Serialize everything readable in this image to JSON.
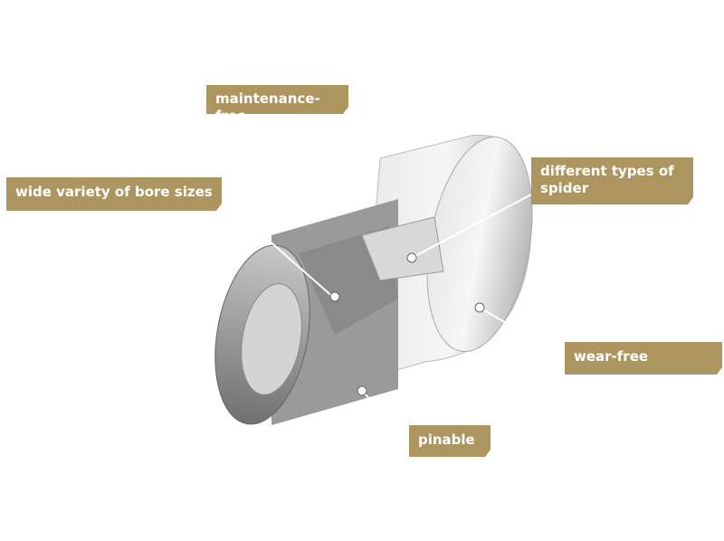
{
  "labels": {
    "maintenance_free": "maintenance-free",
    "bore_sizes": "wide variety of bore sizes",
    "spider_types": "different types of spider",
    "wear_free": "wear-free",
    "pinable": "pinable"
  },
  "colors": {
    "label_bg": "#ad9560",
    "label_text": "#ffffff"
  }
}
